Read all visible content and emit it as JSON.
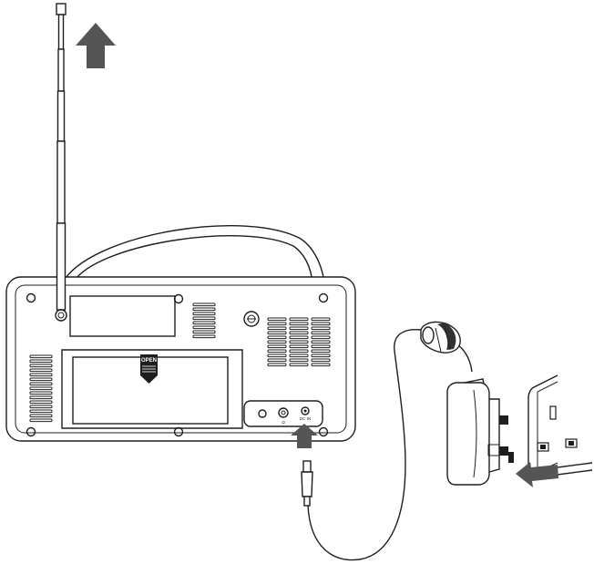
{
  "labels": {
    "battery_cover": "OPEN",
    "dc_in": "DC IN",
    "headphone_symbol": "Ω"
  },
  "colors": {
    "line": "#1e1e1e",
    "arrow": "#555555",
    "background": "#ffffff"
  },
  "icons": {
    "up_arrow": "arrow-up-icon",
    "left_arrow": "arrow-left-icon"
  }
}
